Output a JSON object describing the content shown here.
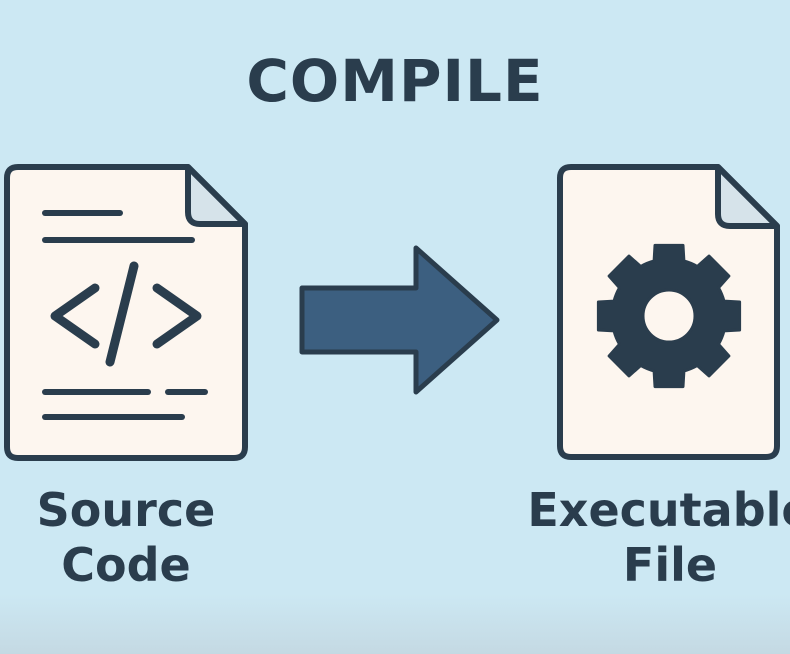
{
  "title": "COMPILE",
  "source": {
    "line1": "Source",
    "line2": "Code",
    "code_glyph": "</>"
  },
  "executable": {
    "line1": "Executable",
    "line2": "File",
    "icon": "gear-icon"
  },
  "arrow": {
    "icon": "arrow-right-icon"
  },
  "colors": {
    "background": "#cce8f3",
    "ink": "#2a3d4d",
    "paper": "#fdf6ef",
    "fold": "#d6e3ea",
    "arrow_fill": "#3c5f80"
  }
}
